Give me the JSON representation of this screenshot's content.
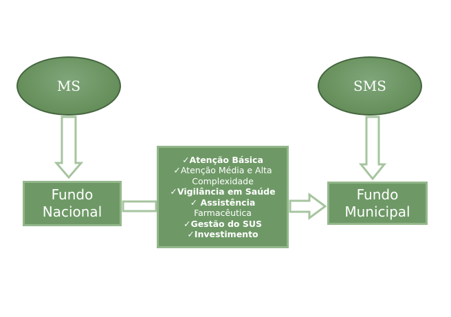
{
  "nodes": {
    "ms": "MS",
    "sms": "SMS",
    "fundo_nacional": [
      "Fundo",
      "Nacional"
    ],
    "fundo_municipal": [
      "Fundo",
      "Municipal"
    ]
  },
  "center_box": {
    "lines": [
      "✓Atenção Básica",
      "✓Atenção Média e Alta",
      "Complexidade",
      "✓Vigilância em Saúde",
      "✓ Assistência",
      "Farmacêutica",
      "✓Gestão do SUS",
      "✓Investimento"
    ]
  },
  "colors": {
    "node_fill": "#6e9966",
    "node_border": "#93b78b",
    "arrow_fill": "#ffffff",
    "arrow_stroke": "#a6c49f"
  }
}
